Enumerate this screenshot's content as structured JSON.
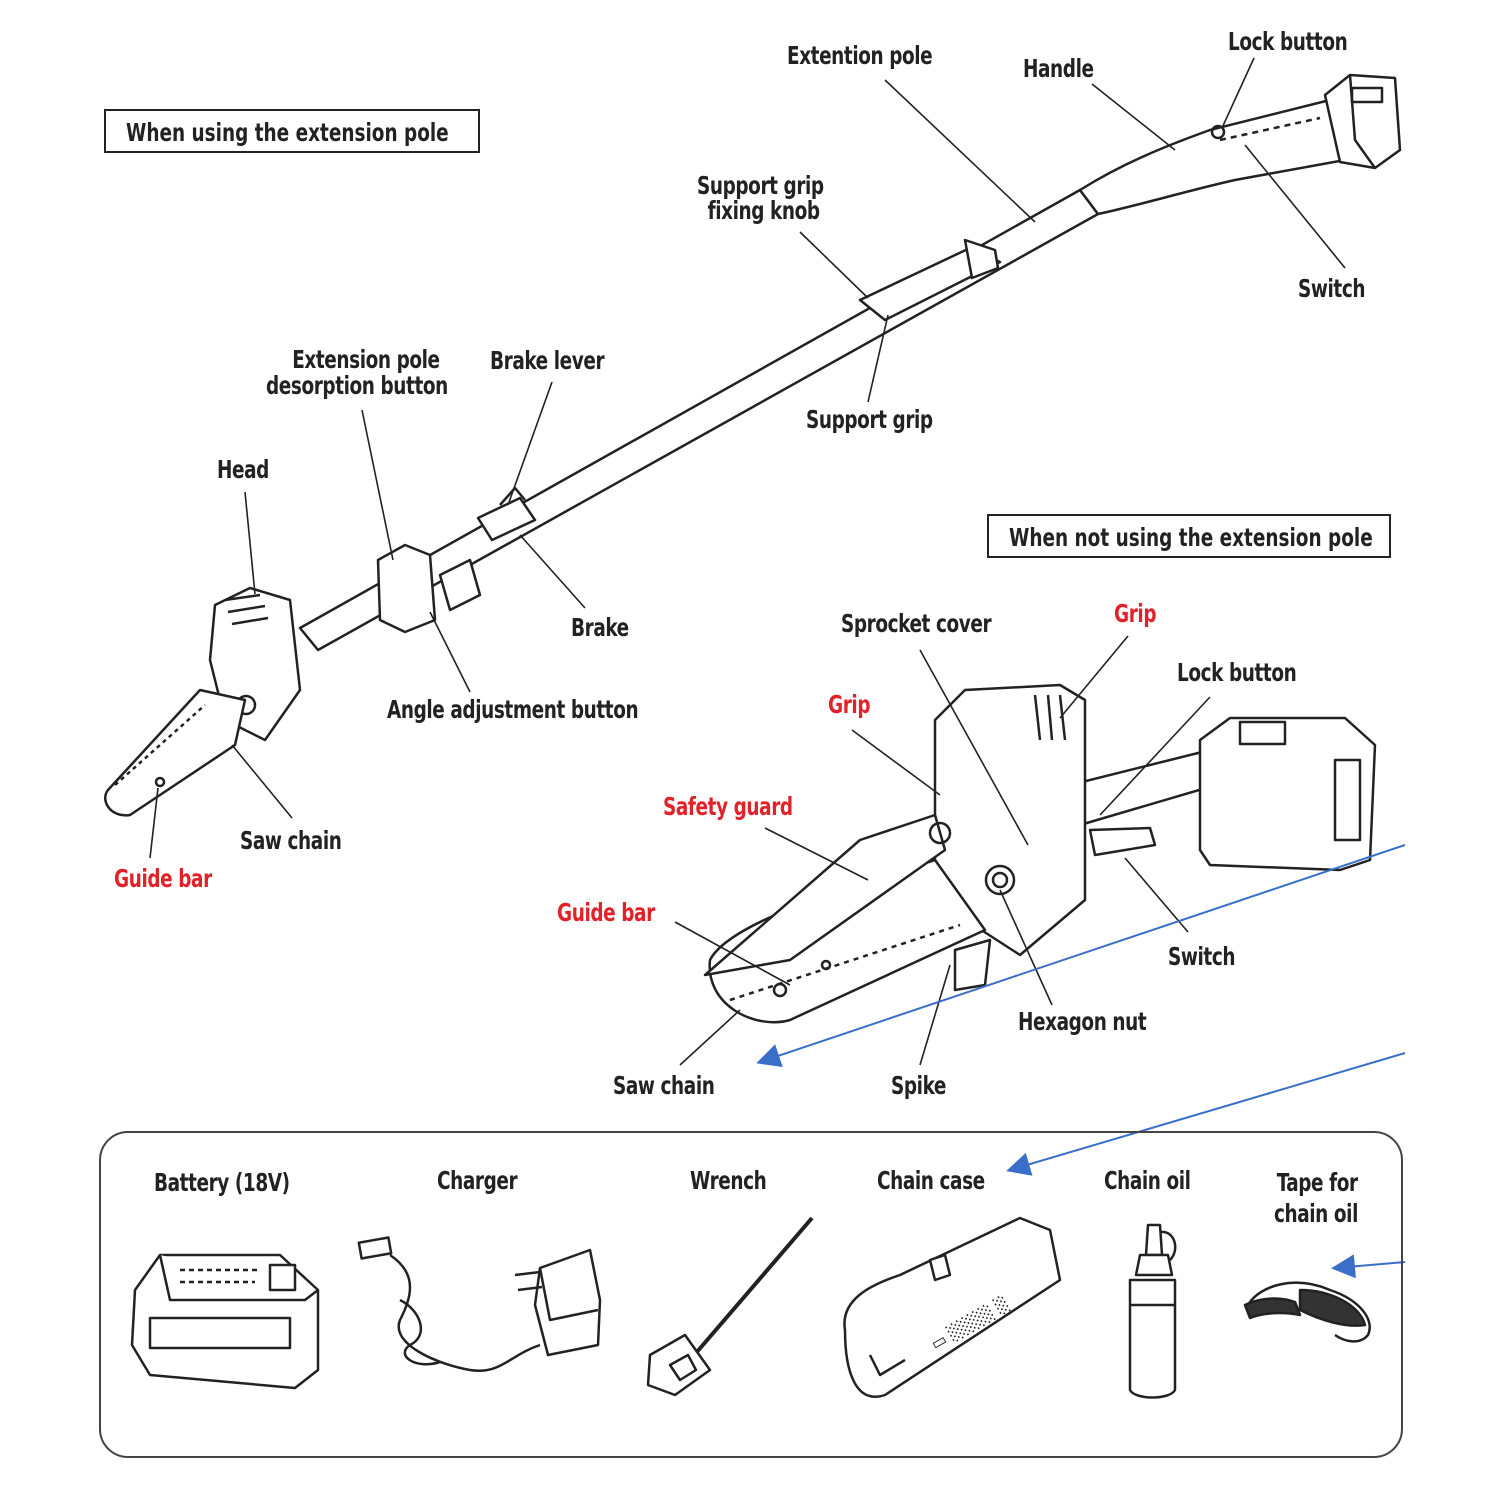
{
  "section_top": "When using the extension pole",
  "section_bottom": "When not using the extension pole",
  "pole_labels": {
    "extention_pole": "Extention pole",
    "handle": "Handle",
    "lock_button": "Lock button",
    "switch": "Switch",
    "support_grip_fixing_knob_l1": "Support grip",
    "support_grip_fixing_knob_l2": "fixing knob",
    "support_grip": "Support grip",
    "ext_pole_desorption_l1": "Extension pole",
    "ext_pole_desorption_l2": "desorption button",
    "brake_lever": "Brake lever",
    "head": "Head",
    "brake": "Brake",
    "angle_adjustment_button": "Angle adjustment button",
    "saw_chain": "Saw chain",
    "guide_bar": "Guide bar"
  },
  "saw_labels": {
    "sprocket_cover": "Sprocket cover",
    "grip_top": "Grip",
    "lock_button": "Lock button",
    "grip_left": "Grip",
    "safety_guard": "Safety guard",
    "guide_bar": "Guide bar",
    "switch": "Switch",
    "hexagon_nut": "Hexagon nut",
    "saw_chain": "Saw chain",
    "spike": "Spike"
  },
  "accessories": [
    {
      "name": "Battery (18V)"
    },
    {
      "name": "Charger"
    },
    {
      "name": "Wrench"
    },
    {
      "name": "Chain case"
    },
    {
      "name": "Chain oil"
    },
    {
      "name_l1": "Tape for",
      "name_l2": "chain oil"
    }
  ],
  "colors": {
    "ink": "#222222",
    "red_label": "#e0222a",
    "arrow_blue": "#3a6fc9"
  }
}
